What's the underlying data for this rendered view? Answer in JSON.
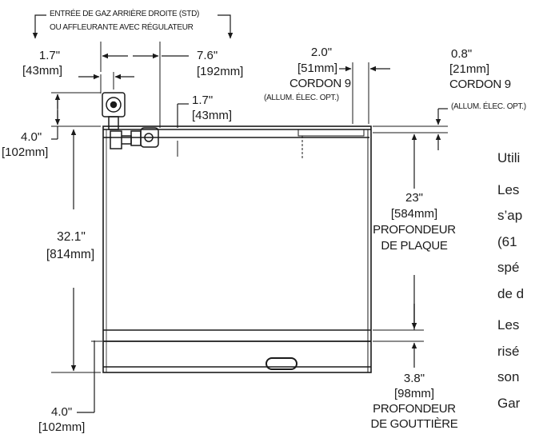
{
  "callouts": {
    "gas_entry_line1": "ENTRÉE DE GAZ ARRIÈRE DROITE (STD)",
    "gas_entry_line2": "OU AFFLEURANTE AVEC RÉGULATEUR",
    "dim_1_7_top_in": "1.7\"",
    "dim_1_7_top_mm": "[43mm]",
    "dim_7_6_in": "7.6\"",
    "dim_7_6_mm": "[192mm]",
    "dim_1_7_mid_in": "1.7\"",
    "dim_1_7_mid_mm": "[43mm]",
    "dim_2_0_in": "2.0\"",
    "dim_2_0_mm": "[51mm]",
    "cord_9_a": "CORDON 9",
    "cord_opt_a": "(ALLUM. ÉLEC. OPT.)",
    "dim_0_8_in": "0.8\"",
    "dim_0_8_mm": "[21mm]",
    "cord_9_b": "CORDON 9",
    "cord_opt_b": "(ALLUM. ÉLEC. OPT.)",
    "dim_4_0_top_in": "4.0\"",
    "dim_4_0_top_mm": "[102mm]",
    "dim_32_1_in": "32.1\"",
    "dim_32_1_mm": "[814mm]",
    "dim_23_in": "23\"",
    "dim_23_mm": "[584mm]",
    "plate_depth_1": "PROFONDEUR",
    "plate_depth_2": "DE PLAQUE",
    "dim_3_8_in": "3.8\"",
    "dim_3_8_mm": "[98mm]",
    "gutter_depth_1": "PROFONDEUR",
    "gutter_depth_2": "DE GOUTTIÈRE",
    "dim_4_0_bot_in": "4.0\"",
    "dim_4_0_bot_mm": "[102mm]"
  },
  "side_text": {
    "line1": "Utili",
    "line2": "Les",
    "line3": "s’ap",
    "line4": "(61",
    "line5": "spé",
    "line6": "de d",
    "line7": "Les",
    "line8": "risé",
    "line9": "son",
    "line10": "Gar"
  },
  "colors": {
    "ink": "#1a1a1a",
    "background": "#ffffff"
  }
}
